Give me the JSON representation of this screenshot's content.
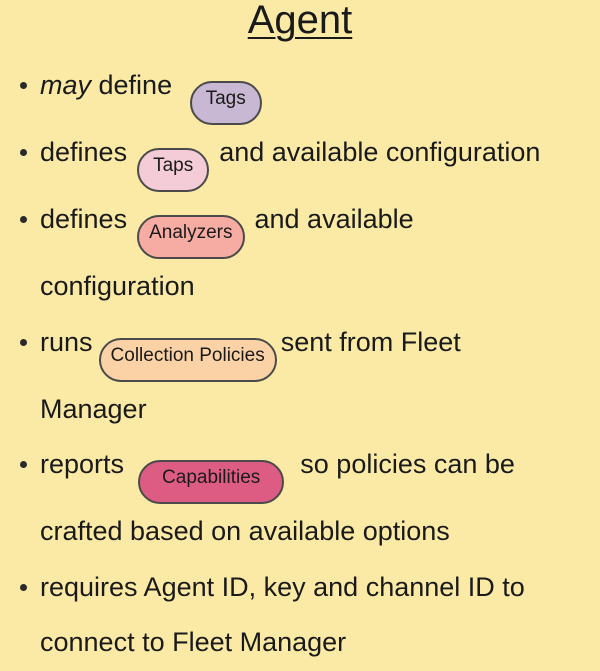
{
  "title": "Agent",
  "colors": {
    "background": "#fbeaa6",
    "tags": "#c9b8d3",
    "taps": "#f4ccd7",
    "analyzers": "#f6aca2",
    "collection_policies": "#fbd2a6",
    "capabilities": "#dd5c84",
    "outline": "#4a4a4a"
  },
  "items": [
    {
      "lead_em": "may",
      "pre": " define",
      "tag": "Tags",
      "post": ""
    },
    {
      "pre": "defines",
      "tag": "Taps",
      "post": "and available configuration"
    },
    {
      "pre": "defines",
      "tag": "Analyzers",
      "post": "and available configuration"
    },
    {
      "pre": "runs",
      "tag": "Collection Policies",
      "post": "sent from Fleet Manager"
    },
    {
      "pre": "reports",
      "tag": "Capabilities",
      "post": "so policies can be crafted based on available options"
    },
    {
      "text": "requires Agent ID, key and channel ID to connect to Fleet Manager"
    }
  ]
}
